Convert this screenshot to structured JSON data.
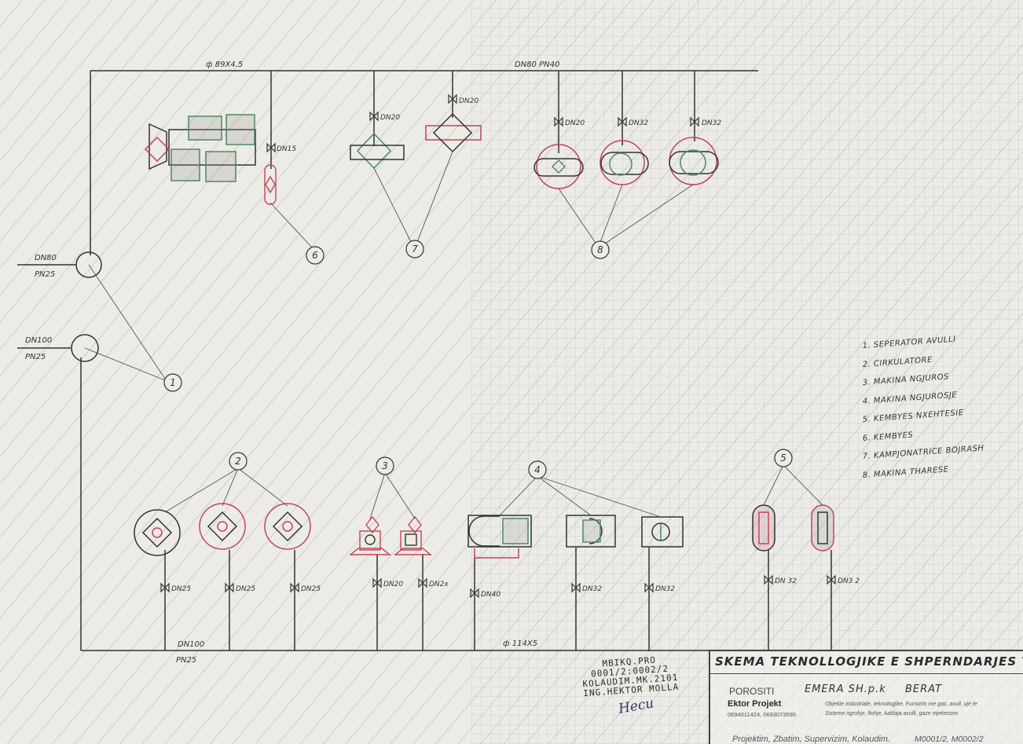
{
  "header_pipe": {
    "diameter_label": "ф 89Х4.5",
    "pressure_label": "DN80 PN40"
  },
  "inlets": [
    {
      "dn": "DN80",
      "pn": "PN25"
    },
    {
      "dn": "DN100",
      "pn": "PN25"
    }
  ],
  "bottom_pipe": {
    "dn": "DN100",
    "pn": "PN25",
    "diameter_label": "ф 114X5"
  },
  "top_valves": [
    "DN15",
    "DN20",
    "DN20",
    "DN20",
    "DN32",
    "DN32"
  ],
  "bottom_valves": [
    "DN25",
    "DN25",
    "DN25",
    "DN20",
    "DN2x",
    "DN40",
    "DN32",
    "DN32",
    "DN 32",
    "DN3 2"
  ],
  "callouts": [
    "1",
    "2",
    "3",
    "4",
    "5",
    "6",
    "7",
    "8"
  ],
  "legend": [
    "1. SEPERATOR AVULLI",
    "2. CIRKULATORE",
    "3. MAKINA NGJUROS",
    "4. MAKINA NGJUROSJE",
    "5. KEMBYES NXEHTESIE",
    "6. KEMBYES",
    "7. KAMPJONATRICE BOJRASH",
    "8. MAKINA THARESE"
  ],
  "stamp": [
    "MBIKQ.PRO",
    "0001/2:0002/2",
    "KOLAUDIM.MK.2101",
    "ING.HEKTOR MOLLA"
  ],
  "signature": "Hecu",
  "title_block": {
    "title": "SKEMA TEKNOLLOGJIKE E SHPERNDARJES TE AV",
    "client_label": "POROSITI",
    "client": "EMERA SH.p.k",
    "city": "BERAT",
    "company": "Ektor Projekt",
    "phones": "0694011424, 0693073595",
    "desc1": "Objekte industriale, teknologjike, Furnizim me gaz, avull, uje te",
    "desc2": "Sisteme ngrohje, ftohje, kaldaja avulli, gaze mjekesore.",
    "services": "Projektim, Zbatim, Supervizim, Kolaudim.",
    "codes": "M0001/2, M0002/2"
  },
  "colors": {
    "ink": "#333333",
    "red": "#c0455a",
    "green": "#4d8a5e",
    "paper": "#ecebe5"
  }
}
